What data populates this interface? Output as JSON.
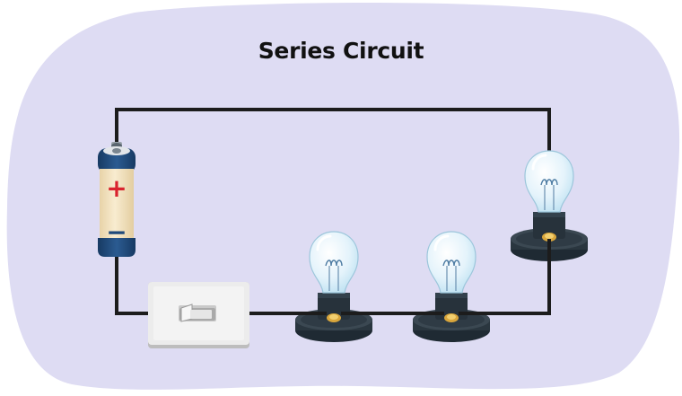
{
  "diagram": {
    "title": "Series Circuit",
    "components": {
      "battery": {
        "positive_symbol": "+",
        "negative_symbol": "−"
      },
      "switch": {
        "state": "off"
      },
      "bulbs": [
        "bulb-1",
        "bulb-2",
        "bulb-3"
      ]
    },
    "colors": {
      "background_blob": "#dedcf3",
      "wire": "#1c1c1c",
      "battery_cap": "#1f4a7a",
      "battery_body": "#f5e6c4",
      "plus_sign": "#d9232e",
      "bulb_base": "#2f3b45",
      "bulb_glass": "#e6f4fb",
      "switch_plate": "#eaeaea"
    }
  }
}
